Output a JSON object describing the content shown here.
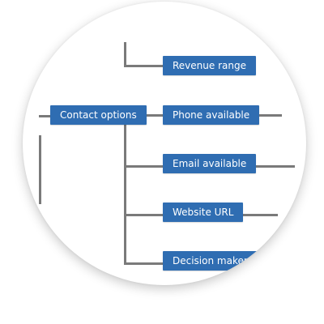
{
  "diagram": {
    "accent_color": "#2f6db2",
    "connector_color": "#7a7a7a",
    "parent": {
      "label": "Contact options"
    },
    "above": {
      "label": "Revenue range"
    },
    "children": [
      {
        "label": "Phone available"
      },
      {
        "label": "Email available"
      },
      {
        "label": "Website URL"
      },
      {
        "label": "Decision maker"
      }
    ]
  }
}
